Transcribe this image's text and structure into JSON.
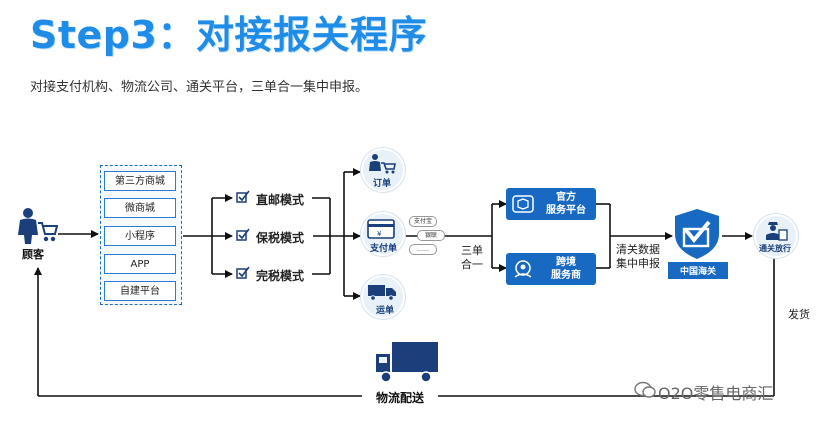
{
  "title": "Step3：对接报关程序",
  "subtitle": "对接支付机构、物流公司、通关平台，三单合一集中申报。",
  "customer_label": "顾客",
  "platforms": [
    "第三方商城",
    "微商城",
    "小程序",
    "APP",
    "自建平台"
  ],
  "modes": [
    "直邮模式",
    "保税模式",
    "完税模式"
  ],
  "documents": {
    "order": "订单",
    "payment": "支付单",
    "shipping": "运单",
    "payment_card_labels": [
      "支付宝",
      "银联",
      "……"
    ]
  },
  "merge_label": [
    "三单",
    "合一"
  ],
  "official_platform": [
    "官方",
    "服务平台"
  ],
  "cross_border": [
    "跨境",
    "服务商"
  ],
  "declare_label": [
    "清关数据",
    "集中申报"
  ],
  "customs": "中国海关",
  "release": "通关放行",
  "ship_label": "发货",
  "logistics_label": "物流配送",
  "watermark": "O2O零售电商汇",
  "colors": {
    "title": "#1f8de8",
    "accent": "#1769c2",
    "navy": "#1a3f7a"
  }
}
